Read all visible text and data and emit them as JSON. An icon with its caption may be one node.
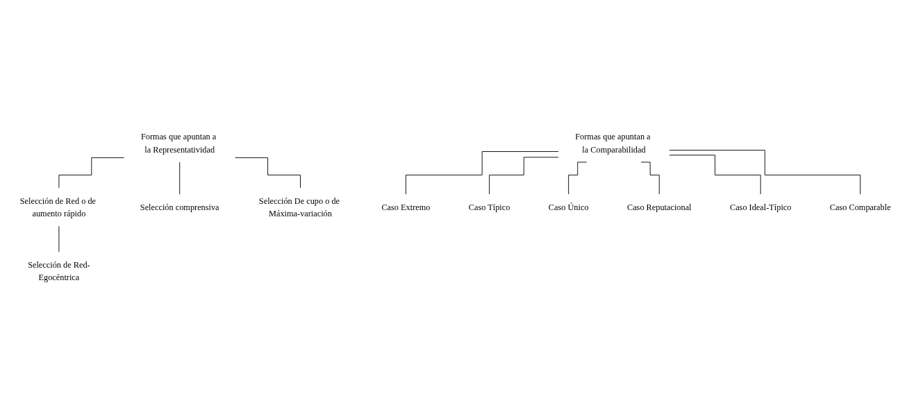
{
  "diagram": {
    "nodes": [
      {
        "text": [
          "Formas que apuntan a la Representatividad"
        ]
      },
      {
        "text": [
          "Formas que apuntan a la Comparabilidad"
        ]
      },
      {
        "text": [
          "Selección de Red o de aumento rápido"
        ]
      },
      {
        "text": [
          "Selección comprensiva"
        ]
      },
      {
        "text": [
          "Selección De cupo o de Máxima-variación"
        ]
      },
      {
        "text": [
          "Selección de Red-Egocéntrica"
        ]
      },
      {
        "text": [
          "Caso Extremo"
        ]
      },
      {
        "text": [
          "Caso Típico"
        ]
      },
      {
        "text": [
          "Caso Único"
        ]
      },
      {
        "text": [
          "Caso Reputacional"
        ]
      },
      {
        "text": [
          "Caso Ideal-Típico"
        ]
      },
      {
        "text": [
          "Caso Comparable"
        ]
      }
    ],
    "edges": [
      {
        "from": 0,
        "to": 2,
        "arrow": "none"
      },
      {
        "from": 0,
        "to": 3,
        "arrow": "none"
      },
      {
        "from": 0,
        "to": 4,
        "arrow": "none"
      },
      {
        "from": 2,
        "to": 5,
        "arrow": "none"
      },
      {
        "from": 1,
        "to": 6,
        "arrow": "none"
      },
      {
        "from": 1,
        "to": 7,
        "arrow": "none"
      },
      {
        "from": 1,
        "to": 8,
        "arrow": "none"
      },
      {
        "from": 1,
        "to": 9,
        "arrow": "none"
      },
      {
        "from": 1,
        "to": 10,
        "arrow": "none"
      },
      {
        "from": 1,
        "to": 11,
        "arrow": "none"
      }
    ]
  }
}
